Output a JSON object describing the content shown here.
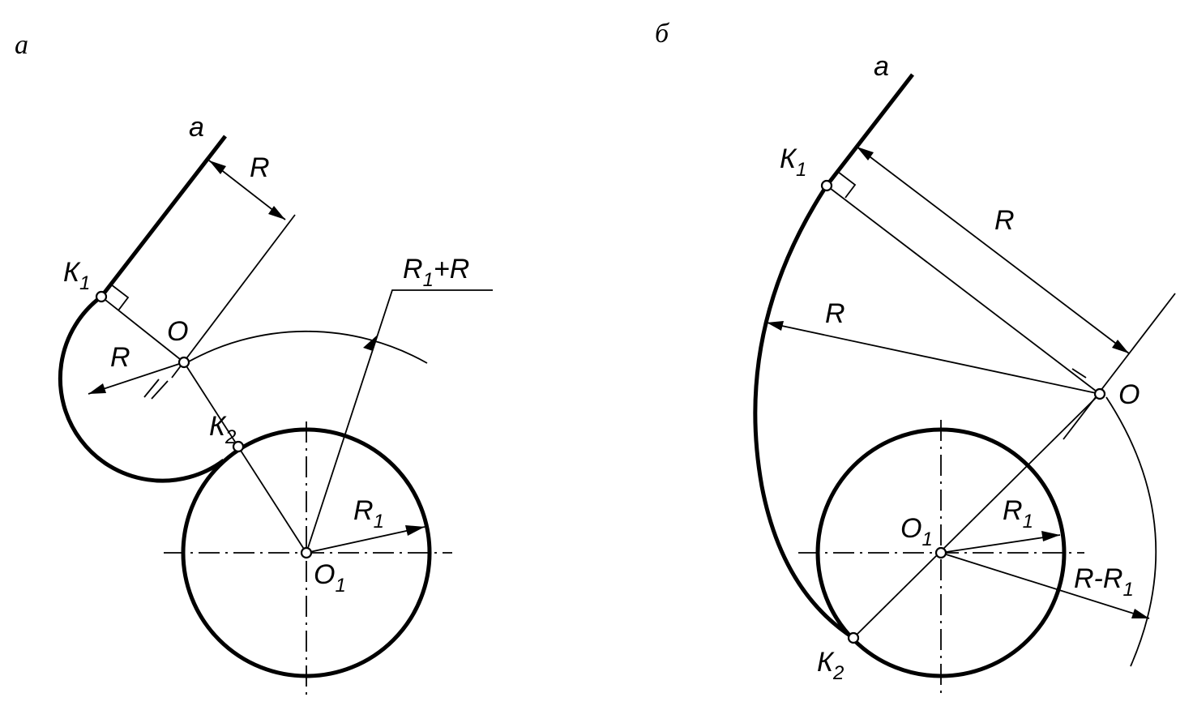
{
  "panels": {
    "a": {
      "panel_label": "а",
      "line_label": "a",
      "k1": {
        "main": "К",
        "sub": "1"
      },
      "k2": {
        "main": "К",
        "sub": "2"
      },
      "o": "O",
      "o1": {
        "main": "O",
        "sub": "1"
      },
      "r_top": "R",
      "r_arc": "R",
      "r1": {
        "main": "R",
        "sub": "1"
      },
      "r1_plus_r": {
        "main": "R",
        "sub": "1",
        "rest": "+R"
      }
    },
    "b": {
      "panel_label": "б",
      "line_label": "a",
      "k1": {
        "main": "К",
        "sub": "1"
      },
      "k2": {
        "main": "К",
        "sub": "2"
      },
      "o": "O",
      "o1": {
        "main": "O",
        "sub": "1"
      },
      "r_top": "R",
      "r_arc": "R",
      "r1": {
        "main": "R",
        "sub": "1"
      },
      "r_minus_r1": {
        "main": "R-R",
        "sub": "1"
      }
    }
  }
}
